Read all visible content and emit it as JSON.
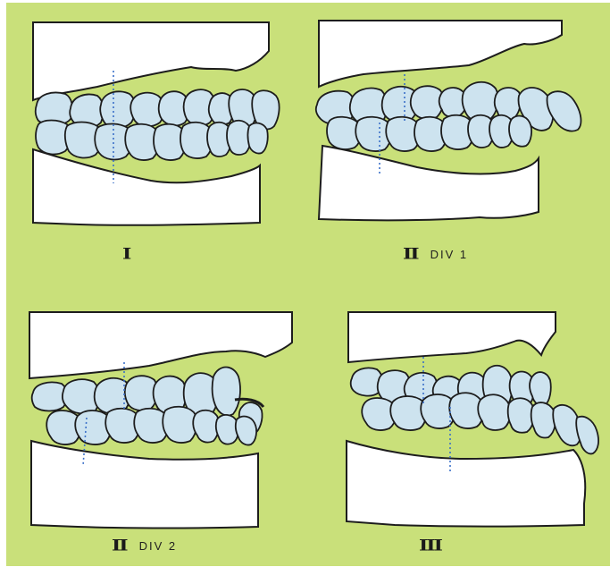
{
  "colors": {
    "background": "#c9e07a",
    "cast": "#ffffff",
    "tooth": "#cde3ef",
    "outline": "#1d1d1d",
    "reference_line": "#3a6fc8"
  },
  "panels": [
    {
      "id": "class-1",
      "numeral": "I",
      "division": ""
    },
    {
      "id": "class-2-div-1",
      "numeral": "II",
      "division": "DIV 1"
    },
    {
      "id": "class-2-div-2",
      "numeral": "II",
      "division": "DIV 2"
    },
    {
      "id": "class-3",
      "numeral": "III",
      "division": ""
    }
  ]
}
